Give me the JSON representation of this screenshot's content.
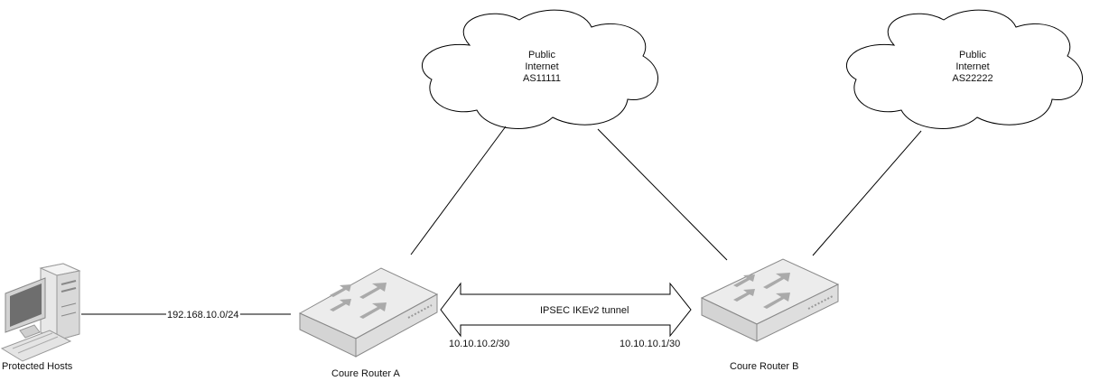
{
  "clouds": [
    {
      "lines": [
        "Public",
        "Internet",
        "AS11111"
      ]
    },
    {
      "lines": [
        "Public",
        "Internet",
        "AS22222"
      ]
    }
  ],
  "devices": {
    "hosts": {
      "label": "Protected Hosts",
      "icon": "workstation-icon"
    },
    "router_a": {
      "label": "Coure Router A",
      "icon": "router-icon"
    },
    "router_b": {
      "label": "Coure Router B",
      "icon": "router-icon"
    }
  },
  "links": {
    "lan": "192.168.10.0/24",
    "tunnel": "IPSEC IKEv2 tunnel",
    "router_a_ip": "10.10.10.2/30",
    "router_b_ip": "10.10.10.1/30"
  },
  "colors": {
    "line": "#000000",
    "router_top": "#e9e9e9",
    "router_side": "#cfcfcf",
    "arrow_fill": "#a9a9a9"
  }
}
